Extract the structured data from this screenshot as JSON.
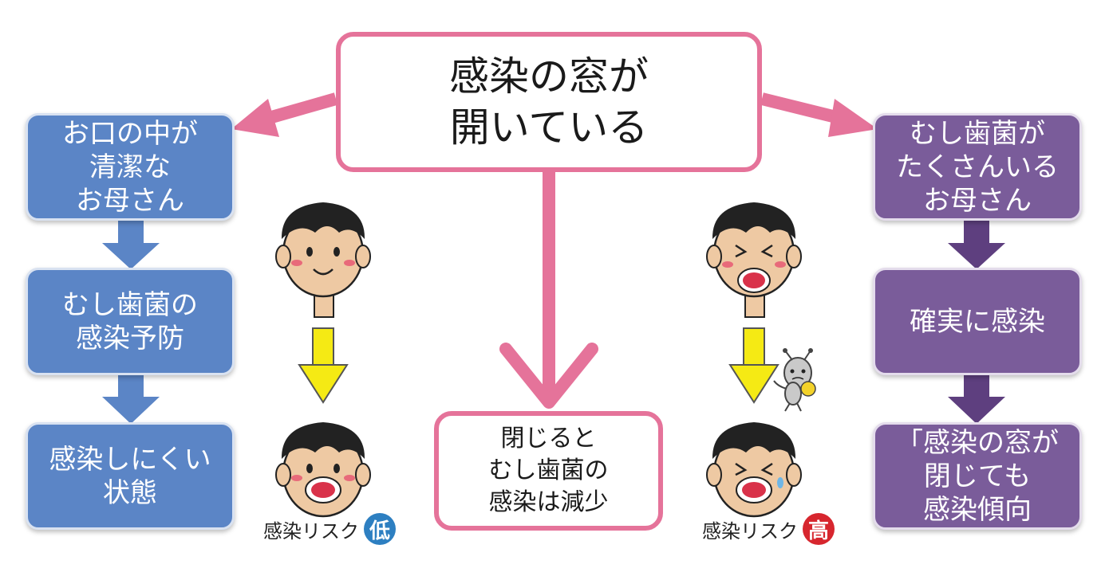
{
  "title": "感染の窓が\n開いている",
  "left_boxes": [
    "お口の中が\n清潔な\nお母さん",
    "むし歯菌の\n感染予防",
    "感染しにくい\n状態"
  ],
  "right_boxes": [
    "むし歯菌が\nたくさんいる\nお母さん",
    "確実に感染",
    "「感染の窓が\n閉じても\n感染傾向"
  ],
  "center_box": "閉じると\nむし歯菌の\n感染は減少",
  "risk_low": {
    "label": "感染リスク",
    "badge": "低",
    "color": "#2d7fc1"
  },
  "risk_high": {
    "label": "感染リスク",
    "badge": "高",
    "color": "#d7262e"
  },
  "colors": {
    "pink": "#e5739a",
    "blue": "#5b85c6",
    "purple": "#7a5c9a",
    "yellow_arrow": "#f5ea14"
  }
}
